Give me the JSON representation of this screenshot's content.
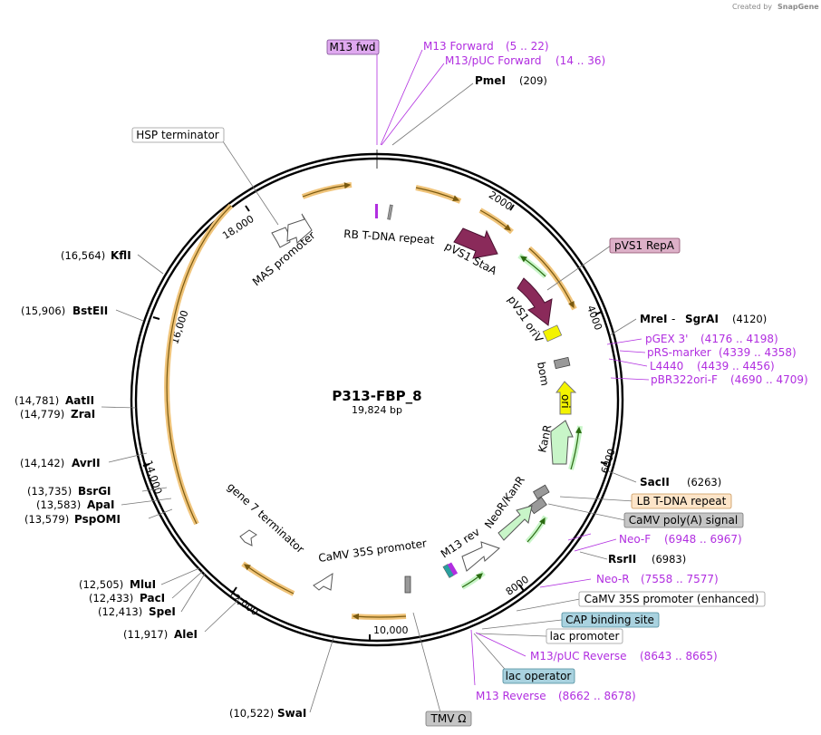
{
  "credit": {
    "prefix": "Created by",
    "brand": "SnapGene"
  },
  "plasmid": {
    "name": "P313-FBP_8",
    "size": "19,824 bp"
  },
  "ticks": [
    "2000",
    "4000",
    "6000",
    "8000",
    "10,000",
    "12,000",
    "14,000",
    "16,000",
    "18,000"
  ],
  "boxed_labels": {
    "m13fwd": "M13 fwd",
    "hsp": "HSP terminator",
    "pvs1repa": "pVS1 RepA",
    "lbtdna": "LB T-DNA repeat",
    "camvpolya": "CaMV poly(A) signal",
    "camv35senh": "CaMV 35S promoter (enhanced)",
    "cap": "CAP binding site",
    "lacprom": "lac promoter",
    "lacop": "lac operator",
    "tmv": "TMV Ω"
  },
  "primers": {
    "m13forward": {
      "name": "M13 Forward",
      "pos": "(5 .. 22)"
    },
    "m13pucforward": {
      "name": "M13/pUC Forward",
      "pos": "(14 .. 36)"
    },
    "pgex3": {
      "name": "pGEX 3'",
      "pos": "(4176 .. 4198)"
    },
    "prsmarker": {
      "name": "pRS-marker",
      "pos": "(4339 .. 4358)"
    },
    "l4440": {
      "name": "L4440",
      "pos": "(4439 .. 4456)"
    },
    "pbr322orif": {
      "name": "pBR322ori-F",
      "pos": "(4690 .. 4709)"
    },
    "neof": {
      "name": "Neo-F",
      "pos": "(6948 .. 6967)"
    },
    "neor": {
      "name": "Neo-R",
      "pos": "(7558 .. 7577)"
    },
    "m13pucreverse": {
      "name": "M13/pUC Reverse",
      "pos": "(8643 .. 8665)"
    },
    "m13reverse": {
      "name": "M13 Reverse",
      "pos": "(8662 .. 8678)"
    }
  },
  "enzymes": {
    "pmei": {
      "name": "PmeI",
      "pos": "(209)"
    },
    "mrei": {
      "name": "MreI",
      "sep": " - ",
      "name2": "SgrAI",
      "pos": "(4120)"
    },
    "sacii": {
      "name": "SacII",
      "pos": "(6263)"
    },
    "rsrii": {
      "name": "RsrII",
      "pos": "(6983)"
    },
    "swai": {
      "name": "SwaI",
      "pos": "(10,522)"
    },
    "alei": {
      "name": "AleI",
      "pos": "(11,917)"
    },
    "spei": {
      "name": "SpeI",
      "pos": "(12,413)"
    },
    "paci": {
      "name": "PacI",
      "pos": "(12,433)"
    },
    "mlui": {
      "name": "MluI",
      "pos": "(12,505)"
    },
    "pspomi": {
      "name": "PspOMI",
      "pos": "(13,579)"
    },
    "apai": {
      "name": "ApaI",
      "pos": "(13,583)"
    },
    "bsrgi": {
      "name": "BsrGI",
      "pos": "(13,735)"
    },
    "avrii": {
      "name": "AvrII",
      "pos": "(14,142)"
    },
    "zrai": {
      "name": "ZraI",
      "pos": "(14,779)"
    },
    "aatii": {
      "name": "AatII",
      "pos": "(14,781)"
    },
    "bsteii": {
      "name": "BstEII",
      "pos": "(15,906)"
    },
    "kfli": {
      "name": "KflI",
      "pos": "(16,564)"
    }
  },
  "features": {
    "rbtdna": "RB T-DNA repeat",
    "pvs1staa": "pVS1 StaA",
    "pvs1oriv": "pVS1 oriV",
    "bom": "bom",
    "ori": "ori",
    "kanr": "KanR",
    "neokanr": "NeoR/KanR",
    "m13rev": "M13 rev",
    "camv35s": "CaMV 35S promoter",
    "gene7": "gene 7 terminator",
    "mas": "MAS promoter"
  },
  "colors": {
    "primer": "#b12ee0",
    "orf": "#8a2a5a",
    "ori": "#f3f300",
    "marker": "#c8f5c8",
    "translation": "#f0c47a",
    "misc": "#b8b8b8",
    "box_regulatory": "#fde5c9",
    "box_protein": "#ddb0c8",
    "box_primer": "#dfa9ef",
    "box_operator": "#a9d2df"
  }
}
